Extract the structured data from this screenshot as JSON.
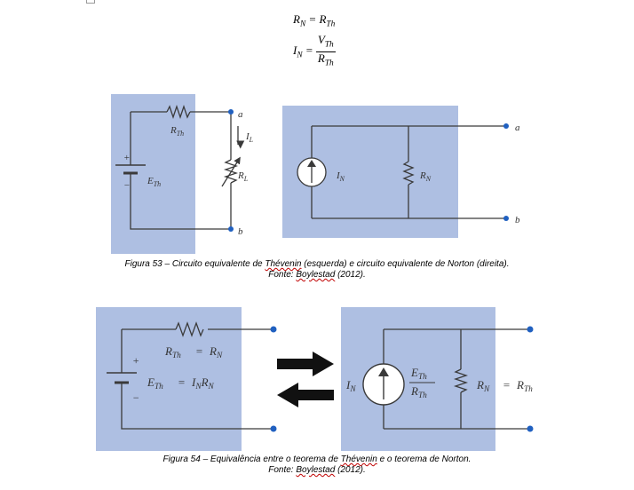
{
  "equations": {
    "rn_lhs": "R_N",
    "rn_rhs": "R_Th",
    "in_lhs": "I_N",
    "in_num": "V_Th",
    "in_den": "R_Th"
  },
  "figure53": {
    "left": {
      "resistor": "R_Th",
      "source": "E_Th",
      "current": "I_L",
      "load": "R_L",
      "node_a": "a",
      "node_b": "b",
      "plus": "+",
      "minus": "−"
    },
    "right": {
      "source": "I_N",
      "resistor": "R_N",
      "node_a": "a",
      "node_b": "b"
    },
    "caption_pre": "Figura 53 – Circuito equivalente de ",
    "caption_thevenin": "Thévenin",
    "caption_post": " (esquerda) e circuito equivalente de Norton (direita).",
    "source_pre": "Fonte: ",
    "source_author": "Boylestad",
    "source_post": " (2012)."
  },
  "figure54": {
    "left": {
      "rth": "R_Th",
      "rth_eq": "=",
      "rn": "R_N",
      "eth": "E_Th",
      "eth_eq": "=",
      "eth_val": "I_N R_N",
      "plus": "+",
      "minus": "−"
    },
    "right": {
      "source": "I_N",
      "frac_num": "E_Th",
      "frac_den": "R_Th",
      "rn": "R_N",
      "rn_eq": "=",
      "rth": "R_Th"
    },
    "caption_pre": "Figura 54 – Equivalência entre o teorema de ",
    "caption_thevenin": "Thévenin",
    "caption_post": " e o teorema de Norton.",
    "source_pre": "Fonte: ",
    "source_author": "Boylestad",
    "source_post": " (2012)."
  },
  "colors": {
    "panel": "#aebfe2",
    "wire": "#3a3a3a",
    "terminal": "#2060c0"
  }
}
